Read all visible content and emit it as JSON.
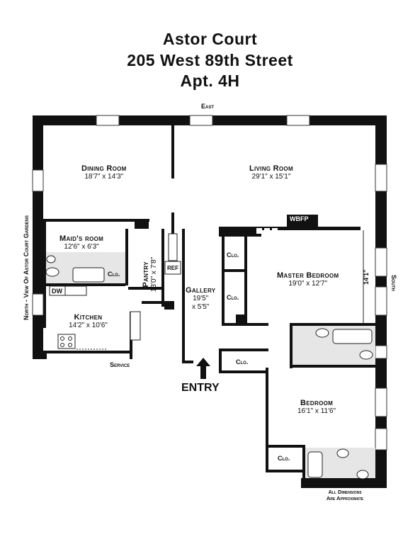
{
  "title": {
    "line1": "Astor Court",
    "line2": "205 West 89th Street",
    "line3": "Apt. 4H"
  },
  "compass": {
    "east": "East",
    "south": "South",
    "north": "North - View Of Astor Court Gardens"
  },
  "rooms": {
    "dining": {
      "name": "Dining Room",
      "size": "18'7\" x 14'3\""
    },
    "living": {
      "name": "Living Room",
      "size": "29'1\" x 15'1\""
    },
    "maids": {
      "name": "Maid's room",
      "size": "12'6\" x 6'3\""
    },
    "pantry": {
      "name": "Pantry",
      "size": "13'0\" x 7'8\""
    },
    "master": {
      "name": "Master Bedroom",
      "size": "19'0\" x 12'7\""
    },
    "gallery": {
      "name": "Gallery",
      "size1": "19'5\"",
      "size2": "x 5'5\""
    },
    "kitchen": {
      "name": "Kitchen",
      "size": "14'2\" x 10'6\""
    },
    "bedroom": {
      "name": "Bedroom",
      "size": "16'1\" x 11'6\""
    }
  },
  "labels": {
    "wbfp": "WBFP",
    "ref": "REF",
    "dw": "DW",
    "clo": "Clo.",
    "service": "Service",
    "entry": "ENTRY",
    "dim_14": "14'1\"",
    "note_line1": "All Dimensions",
    "note_line2": "Are Approximate"
  }
}
